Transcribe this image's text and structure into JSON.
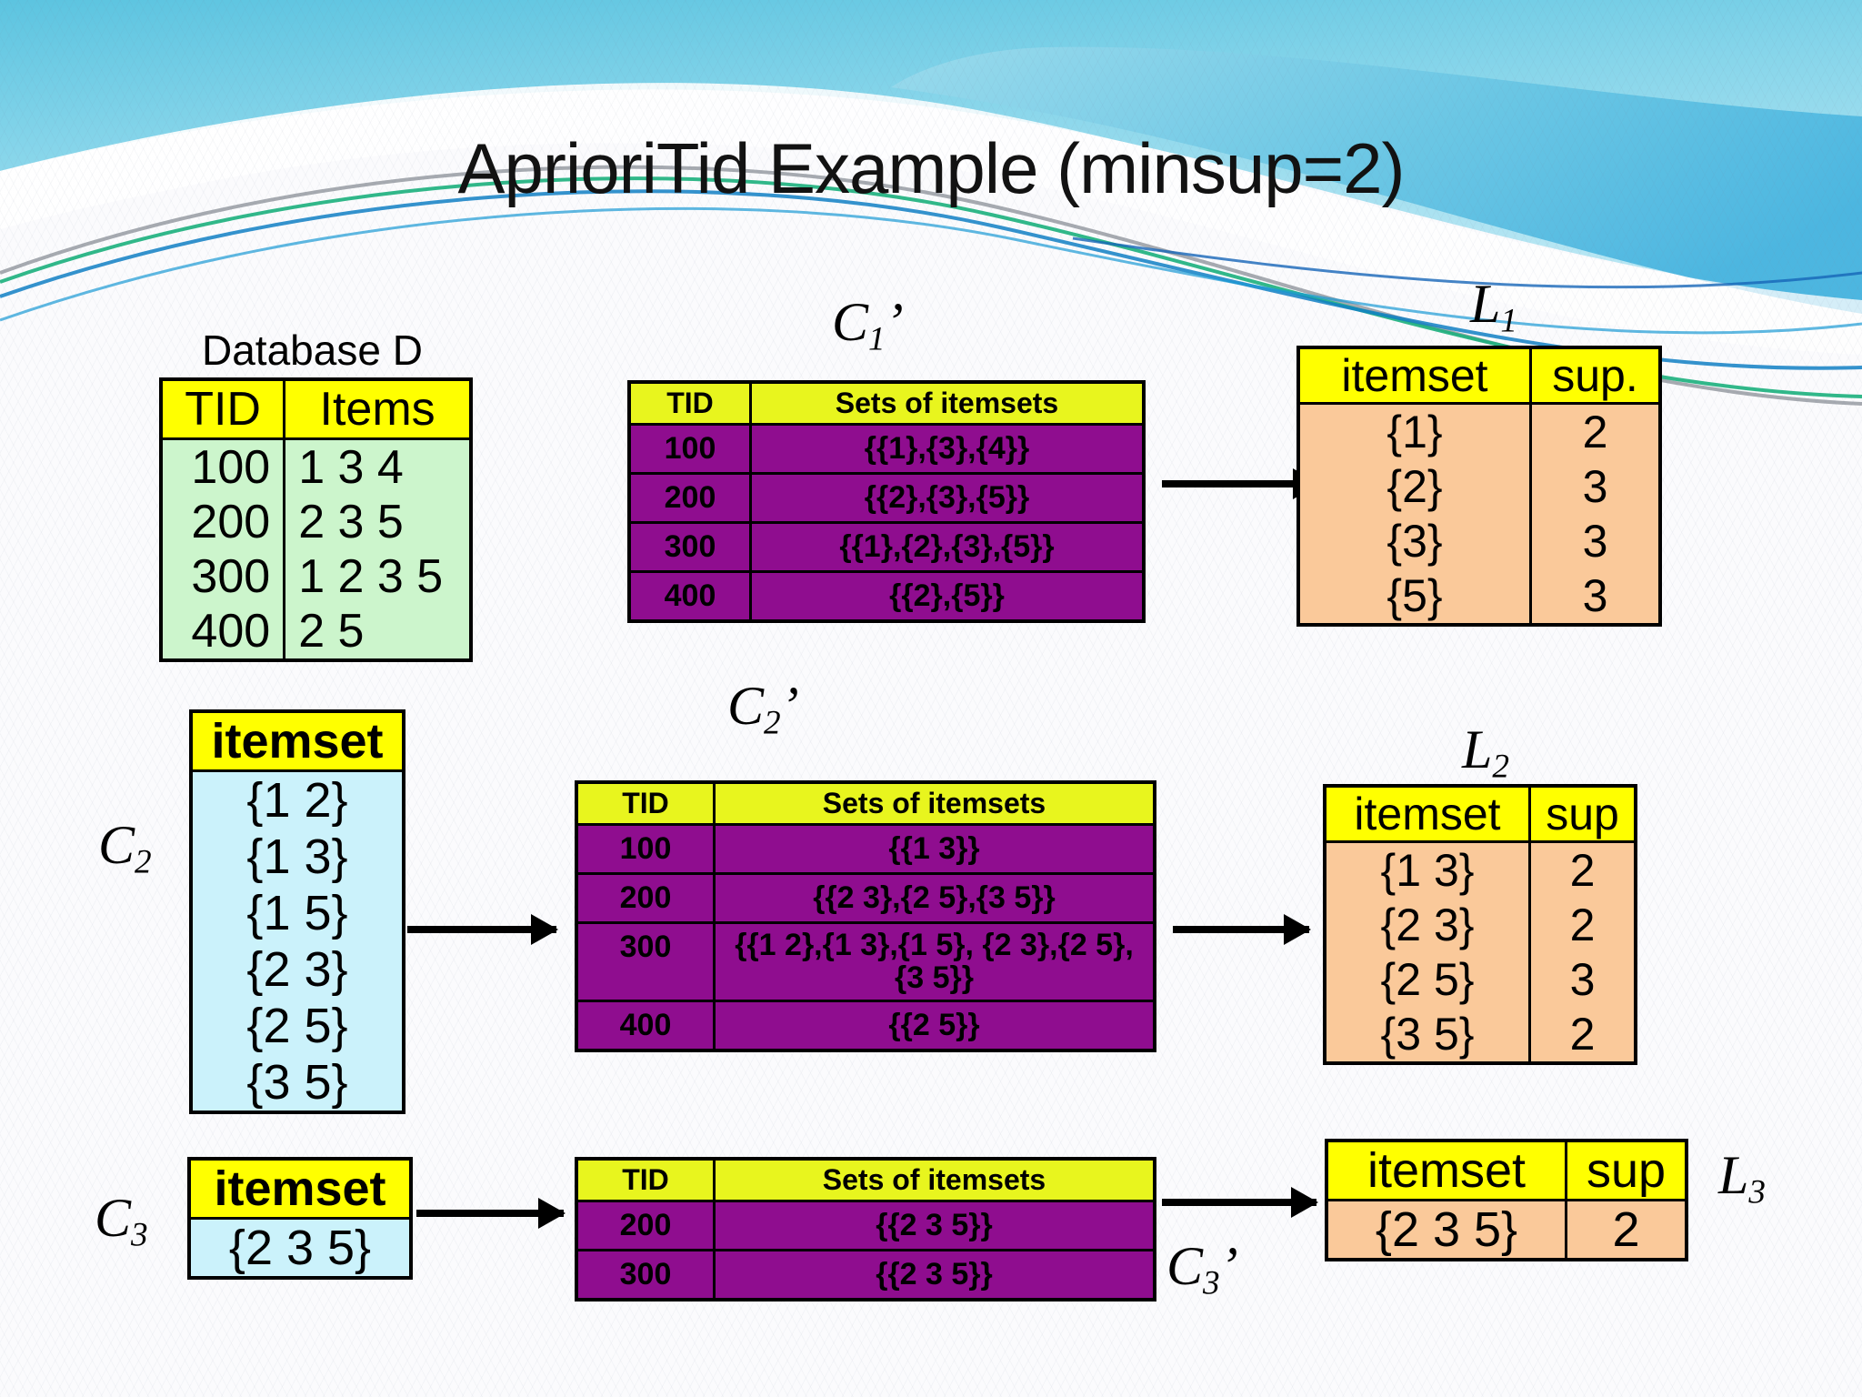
{
  "slide": {
    "title": "AprioriTid Example (minsup=2)",
    "theme": {
      "header_yellow": "#ffff00",
      "header_chartreuse": "#e8f51e",
      "purple_fill": "#8f0d8f",
      "orange_fill": "#fac99a",
      "green_fill": "#ccf5cc",
      "blue_fill": "#cbf2fb",
      "band_top": "#7fd1e8",
      "band_accent": "#1f9ed4",
      "band_green": "#15b07a"
    }
  },
  "database": {
    "caption": "Database D",
    "columns": [
      "TID",
      "Items"
    ],
    "rows": [
      {
        "tid": "100",
        "items": "1 3 4"
      },
      {
        "tid": "200",
        "items": "2 3 5"
      },
      {
        "tid": "300",
        "items": "1 2 3 5"
      },
      {
        "tid": "400",
        "items": "2 5"
      }
    ]
  },
  "c1_prime": {
    "label_base": "C",
    "label_sub": "1",
    "label_prime": "’",
    "columns": [
      "TID",
      "Sets of itemsets"
    ],
    "rows": [
      {
        "tid": "100",
        "sets": "{{1},{3},{4}}"
      },
      {
        "tid": "200",
        "sets": "{{2},{3},{5}}"
      },
      {
        "tid": "300",
        "sets": "{{1},{2},{3},{5}}"
      },
      {
        "tid": "400",
        "sets": "{{2},{5}}"
      }
    ]
  },
  "l1": {
    "label_base": "L",
    "label_sub": "1",
    "columns": [
      "itemset",
      "sup."
    ],
    "rows": [
      {
        "itemset": "{1}",
        "sup": "2"
      },
      {
        "itemset": "{2}",
        "sup": "3"
      },
      {
        "itemset": "{3}",
        "sup": "3"
      },
      {
        "itemset": "{5}",
        "sup": "3"
      }
    ]
  },
  "c2": {
    "label_base": "C",
    "label_sub": "2",
    "columns": [
      "itemset"
    ],
    "rows": [
      "{1 2}",
      "{1 3}",
      "{1 5}",
      "{2 3}",
      "{2 5}",
      "{3 5}"
    ]
  },
  "c2_prime": {
    "label_base": "C",
    "label_sub": "2",
    "label_prime": "’",
    "columns": [
      "TID",
      "Sets of itemsets"
    ],
    "rows": [
      {
        "tid": "100",
        "sets": "{{1 3}}"
      },
      {
        "tid": "200",
        "sets": "{{2 3},{2 5},{3 5}}"
      },
      {
        "tid": "300",
        "sets": "{{1 2},{1 3},{1 5},  {2 3},{2 5},{3 5}}"
      },
      {
        "tid": "400",
        "sets": "{{2 5}}"
      }
    ]
  },
  "l2": {
    "label_base": "L",
    "label_sub": "2",
    "columns": [
      "itemset",
      "sup"
    ],
    "rows": [
      {
        "itemset": "{1 3}",
        "sup": "2"
      },
      {
        "itemset": "{2 3}",
        "sup": "2"
      },
      {
        "itemset": "{2 5}",
        "sup": "3"
      },
      {
        "itemset": "{3 5}",
        "sup": "2"
      }
    ]
  },
  "c3": {
    "label_base": "C",
    "label_sub": "3",
    "columns": [
      "itemset"
    ],
    "rows": [
      "{2 3 5}"
    ]
  },
  "c3_prime": {
    "label_base": "C",
    "label_sub": "3",
    "label_prime": "’",
    "columns": [
      "TID",
      "Sets of itemsets"
    ],
    "rows": [
      {
        "tid": "200",
        "sets": "{{2 3 5}}"
      },
      {
        "tid": "300",
        "sets": "{{2 3 5}}"
      }
    ]
  },
  "l3": {
    "label_base": "L",
    "label_sub": "3",
    "columns": [
      "itemset",
      "sup"
    ],
    "rows": [
      {
        "itemset": "{2 3 5}",
        "sup": "2"
      }
    ]
  }
}
